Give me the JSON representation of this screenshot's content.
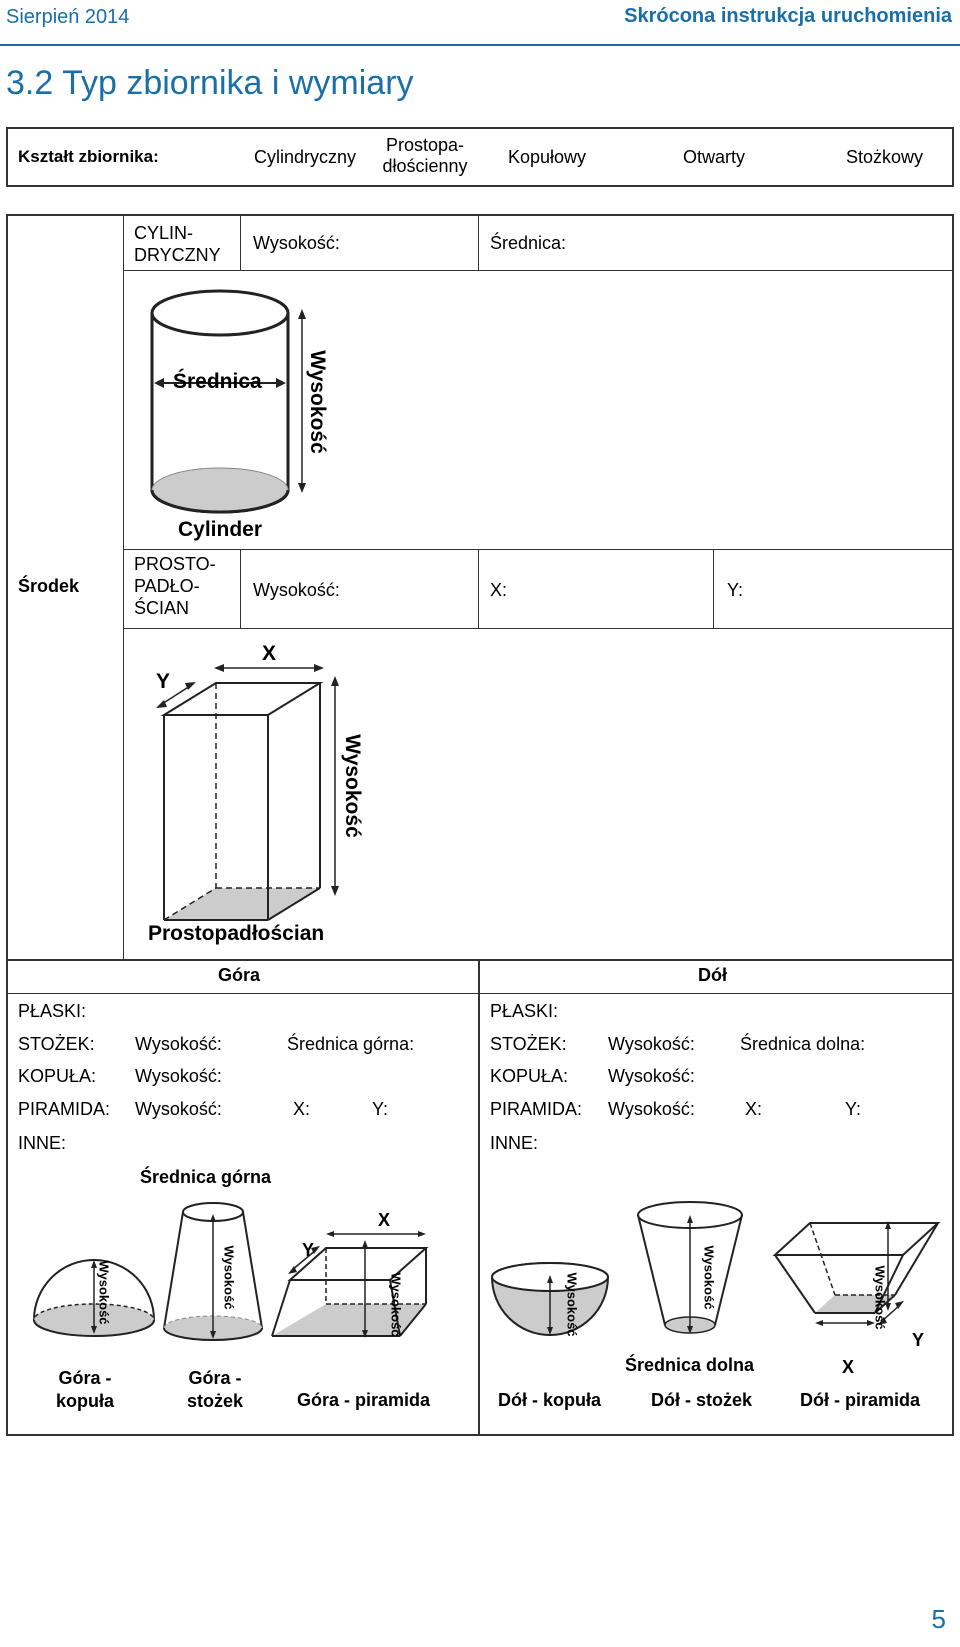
{
  "header": {
    "date": "Sierpień 2014",
    "title": "Skrócona instrukcja uruchomienia"
  },
  "section": {
    "title": "3.2 Typ zbiornika i wymiary"
  },
  "shape_row": {
    "label": "Kształt zbiornika:",
    "options": [
      "Cylindryczny",
      "Prostopa-\ndłościenny",
      "Kopułowy",
      "Otwarty",
      "Stożkowy"
    ]
  },
  "middle": {
    "label": "Środek",
    "cylinder": {
      "name": "CYLIN-\nDRYCZNY",
      "height_label": "Wysokość:",
      "diameter_label": "Średnica:",
      "diagram_diameter": "Średnica",
      "diagram_height": "Wysokość",
      "caption": "Cylinder"
    },
    "cuboid": {
      "name": "PROSTO-\nPADŁO-\nŚCIAN",
      "height_label": "Wysokość:",
      "x_label": "X:",
      "y_label": "Y:",
      "diagram_x": "X",
      "diagram_y": "Y",
      "diagram_height": "Wysokość",
      "caption": "Prostopadłościan"
    }
  },
  "top": {
    "header": "Góra",
    "flat": "PŁASKI:",
    "cone": "STOŻEK:",
    "cone_height": "Wysokość:",
    "cone_diameter": "Średnica górna:",
    "dome": "KOPUŁA:",
    "dome_height": "Wysokość:",
    "pyramid": "PIRAMIDA:",
    "pyramid_height": "Wysokość:",
    "pyramid_x": "X:",
    "pyramid_y": "Y:",
    "other": "INNE:",
    "diagram_top_diameter": "Średnica górna",
    "diagram_height": "Wysokość",
    "diagram_x": "X",
    "diagram_y": "Y",
    "cap_dome": "Góra -\nkopuła",
    "cap_cone": "Góra -\nstożek",
    "cap_pyramid": "Góra - piramida"
  },
  "bottom": {
    "header": "Dół",
    "flat": "PŁASKI:",
    "cone": "STOŻEK:",
    "cone_height": "Wysokość:",
    "cone_diameter": "Średnica dolna:",
    "dome": "KOPUŁA:",
    "dome_height": "Wysokość:",
    "pyramid": "PIRAMIDA:",
    "pyramid_height": "Wysokość:",
    "pyramid_x": "X:",
    "pyramid_y": "Y:",
    "other": "INNE:",
    "diagram_bottom_diameter": "Średnica dolna",
    "diagram_height": "Wysokość",
    "diagram_x": "X",
    "diagram_y": "Y",
    "cap_dome": "Dół - kopuła",
    "cap_cone": "Dół - stożek",
    "cap_pyramid": "Dół - piramida"
  },
  "page_number": "5"
}
